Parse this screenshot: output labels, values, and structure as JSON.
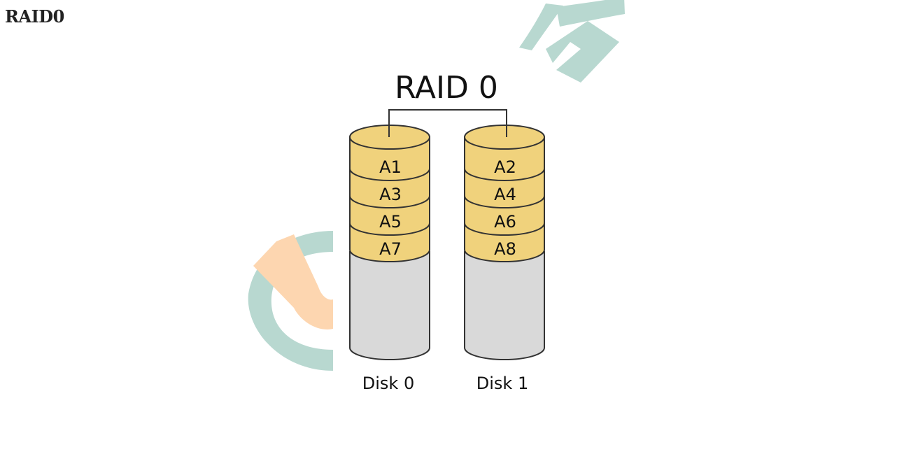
{
  "page": {
    "heading": "RAID0"
  },
  "diagram": {
    "title": "RAID 0",
    "disks": [
      {
        "label": "Disk 0",
        "blocks": [
          "A1",
          "A3",
          "A5",
          "A7"
        ]
      },
      {
        "label": "Disk 1",
        "blocks": [
          "A2",
          "A4",
          "A6",
          "A8"
        ]
      }
    ],
    "colors": {
      "block_fill": "#f0d27c",
      "empty_fill": "#d9d9d9",
      "stroke": "#333333",
      "watermark_teal": "#b8d8d0",
      "watermark_orange": "#fdd6b0"
    }
  }
}
